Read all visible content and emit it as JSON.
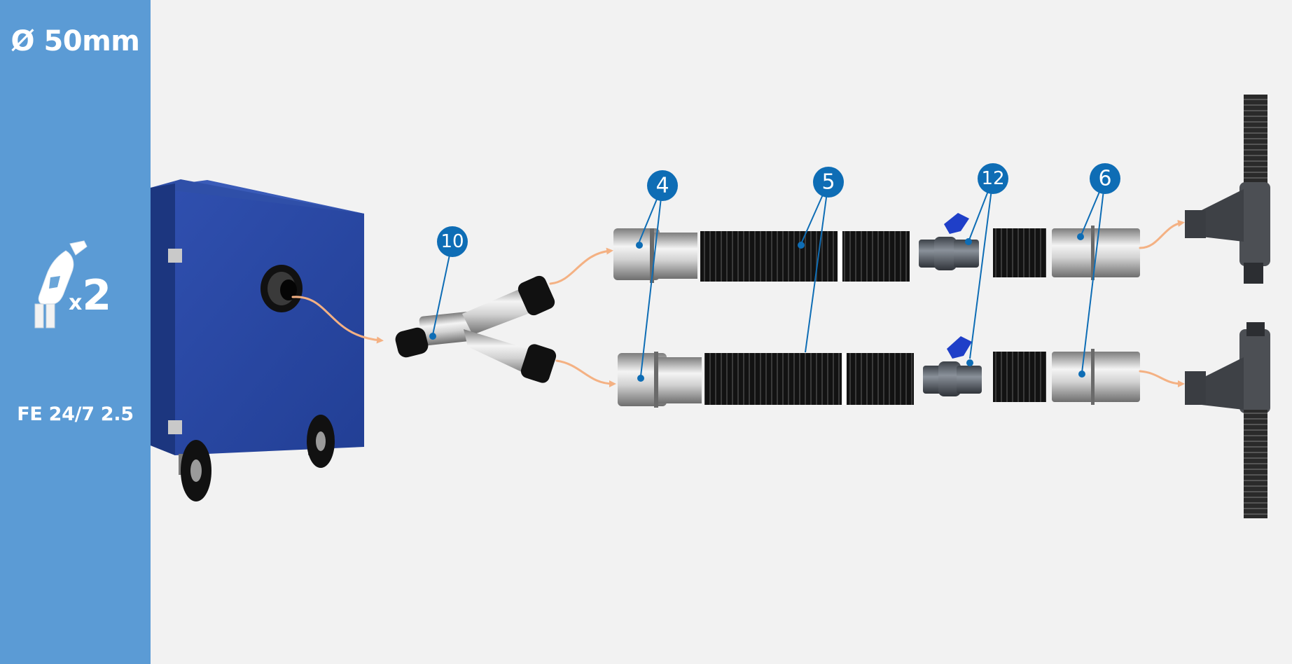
{
  "sidebar": {
    "diameter_label": "Ø 50mm",
    "count_prefix": "x",
    "count_value": "2",
    "model_label": "FE 24/7 2.5",
    "icon": "extraction-gun-icon"
  },
  "callouts": {
    "c4": "4",
    "c5": "5",
    "c6": "6",
    "c10": "10",
    "c12": "12"
  },
  "colors": {
    "sidebar": "#5b9bd5",
    "background": "#f2f2f2",
    "callout": "#0e6db5",
    "arrow": "#f4b183",
    "unit": "#2a4aa0",
    "hose": "#151515",
    "valve_handle": "#1f3fc8"
  }
}
